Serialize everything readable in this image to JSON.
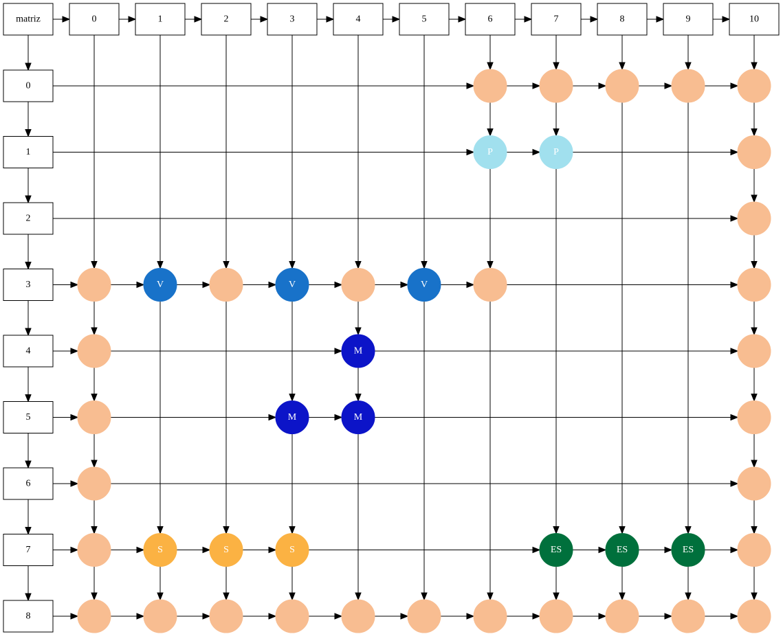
{
  "header_label": "matriz",
  "columns": [
    "0",
    "1",
    "2",
    "3",
    "4",
    "5",
    "6",
    "7",
    "8",
    "9",
    "10"
  ],
  "rows": [
    "0",
    "1",
    "2",
    "3",
    "4",
    "5",
    "6",
    "7",
    "8"
  ],
  "colors": {
    "default": "#f8bd91",
    "P": "#a1e0ee",
    "V": "#1872c9",
    "M": "#0c14c8",
    "S": "#fbb243",
    "ES": "#00703c"
  },
  "cells": [
    {
      "row": 0,
      "col": 6,
      "label": ""
    },
    {
      "row": 0,
      "col": 7,
      "label": ""
    },
    {
      "row": 0,
      "col": 8,
      "label": ""
    },
    {
      "row": 0,
      "col": 9,
      "label": ""
    },
    {
      "row": 0,
      "col": 10,
      "label": ""
    },
    {
      "row": 1,
      "col": 6,
      "label": "P"
    },
    {
      "row": 1,
      "col": 7,
      "label": "P"
    },
    {
      "row": 1,
      "col": 10,
      "label": ""
    },
    {
      "row": 2,
      "col": 10,
      "label": ""
    },
    {
      "row": 3,
      "col": 0,
      "label": ""
    },
    {
      "row": 3,
      "col": 1,
      "label": "V"
    },
    {
      "row": 3,
      "col": 2,
      "label": ""
    },
    {
      "row": 3,
      "col": 3,
      "label": "V"
    },
    {
      "row": 3,
      "col": 4,
      "label": ""
    },
    {
      "row": 3,
      "col": 5,
      "label": "V"
    },
    {
      "row": 3,
      "col": 6,
      "label": ""
    },
    {
      "row": 3,
      "col": 10,
      "label": ""
    },
    {
      "row": 4,
      "col": 0,
      "label": ""
    },
    {
      "row": 4,
      "col": 4,
      "label": "M"
    },
    {
      "row": 4,
      "col": 10,
      "label": ""
    },
    {
      "row": 5,
      "col": 0,
      "label": ""
    },
    {
      "row": 5,
      "col": 3,
      "label": "M"
    },
    {
      "row": 5,
      "col": 4,
      "label": "M"
    },
    {
      "row": 5,
      "col": 10,
      "label": ""
    },
    {
      "row": 6,
      "col": 0,
      "label": ""
    },
    {
      "row": 6,
      "col": 10,
      "label": ""
    },
    {
      "row": 7,
      "col": 0,
      "label": ""
    },
    {
      "row": 7,
      "col": 1,
      "label": "S"
    },
    {
      "row": 7,
      "col": 2,
      "label": "S"
    },
    {
      "row": 7,
      "col": 3,
      "label": "S"
    },
    {
      "row": 7,
      "col": 7,
      "label": "ES"
    },
    {
      "row": 7,
      "col": 8,
      "label": "ES"
    },
    {
      "row": 7,
      "col": 9,
      "label": "ES"
    },
    {
      "row": 7,
      "col": 10,
      "label": ""
    },
    {
      "row": 8,
      "col": 0,
      "label": ""
    },
    {
      "row": 8,
      "col": 1,
      "label": ""
    },
    {
      "row": 8,
      "col": 2,
      "label": ""
    },
    {
      "row": 8,
      "col": 3,
      "label": ""
    },
    {
      "row": 8,
      "col": 4,
      "label": ""
    },
    {
      "row": 8,
      "col": 5,
      "label": ""
    },
    {
      "row": 8,
      "col": 6,
      "label": ""
    },
    {
      "row": 8,
      "col": 7,
      "label": ""
    },
    {
      "row": 8,
      "col": 8,
      "label": ""
    },
    {
      "row": 8,
      "col": 9,
      "label": ""
    },
    {
      "row": 8,
      "col": 10,
      "label": ""
    }
  ]
}
